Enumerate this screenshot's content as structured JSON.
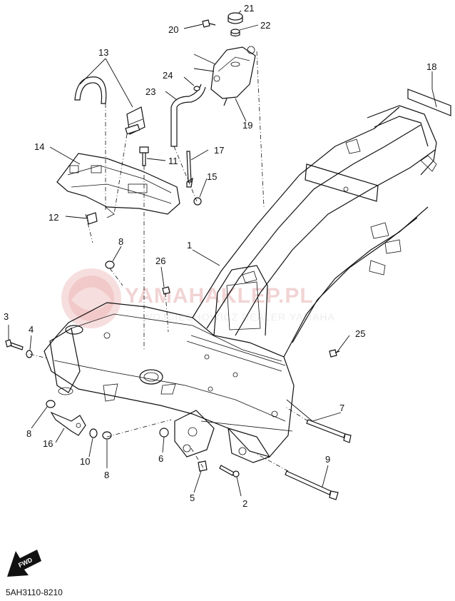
{
  "watermark": {
    "text": "YAMAHAKLEP.PL",
    "subtext": "WOJCIECHOWICZ DEALER YAMAHA"
  },
  "drawing_code": "5AH3110-8210",
  "fwd_label": "FWD",
  "callouts": {
    "p1": "1",
    "p2": "2",
    "p3": "3",
    "p4": "4",
    "p5": "5",
    "p6": "6",
    "p7": "7",
    "p8a": "8",
    "p8b": "8",
    "p8c": "8",
    "p9": "9",
    "p10": "10",
    "p11": "11",
    "p12": "12",
    "p13": "13",
    "p14": "14",
    "p15": "15",
    "p16": "16",
    "p17": "17",
    "p18": "18",
    "p19": "19",
    "p20": "20",
    "p21": "21",
    "p22": "22",
    "p23": "23",
    "p24": "24",
    "p25": "25",
    "p26": "26"
  }
}
